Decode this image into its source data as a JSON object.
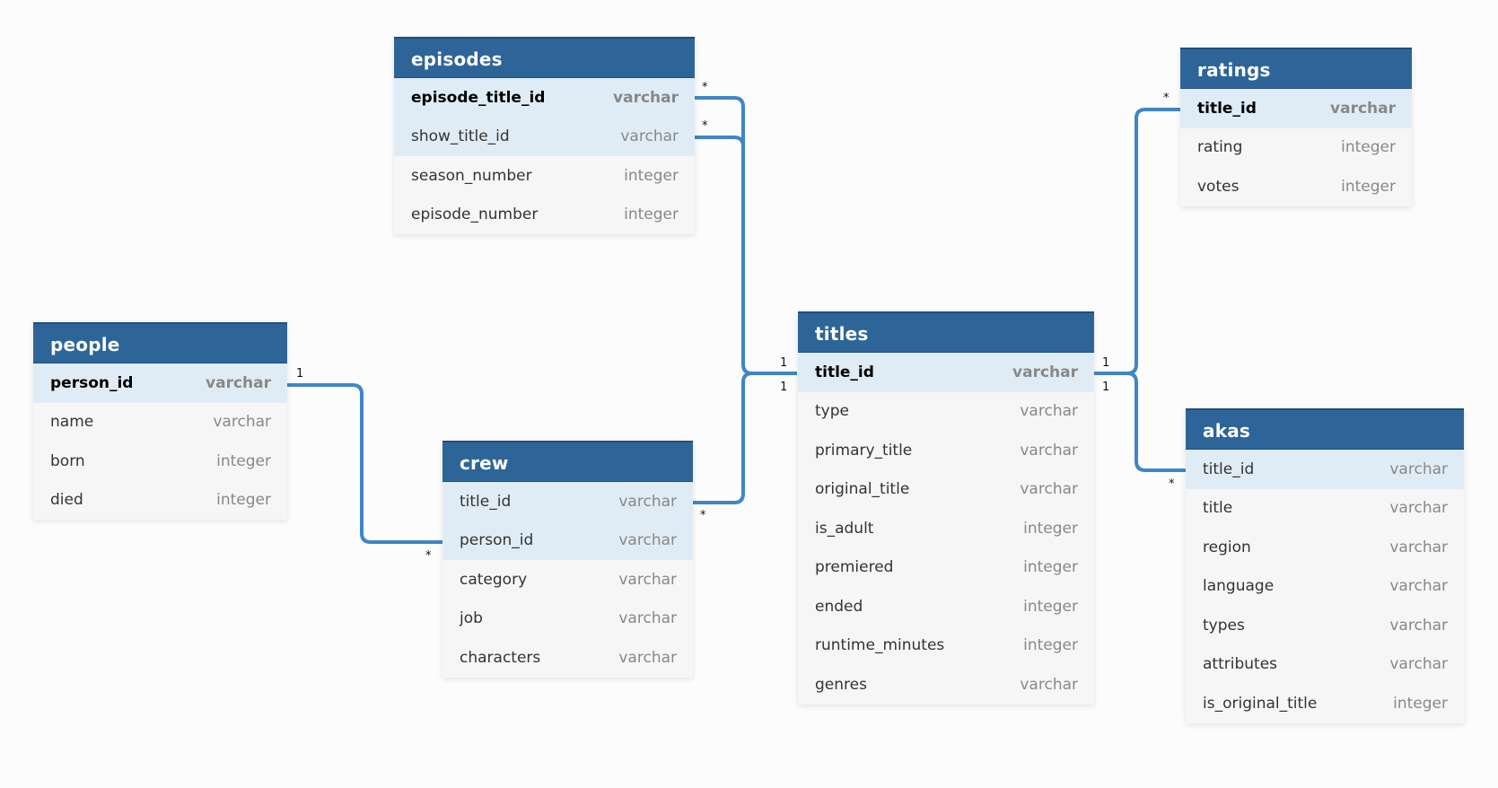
{
  "colors": {
    "header": "#2e6599",
    "header_text": "#ffffff",
    "key_row": "#e0ecf5",
    "row": "#f6f6f6",
    "link": "#3f86c6",
    "background": "#fcfcfc"
  },
  "tables": {
    "episodes": {
      "name": "episodes",
      "columns": [
        {
          "name": "episode_title_id",
          "type": "varchar",
          "key": true,
          "pk": true
        },
        {
          "name": "show_title_id",
          "type": "varchar",
          "key": true,
          "pk": false
        },
        {
          "name": "season_number",
          "type": "integer",
          "key": false,
          "pk": false
        },
        {
          "name": "episode_number",
          "type": "integer",
          "key": false,
          "pk": false
        }
      ]
    },
    "people": {
      "name": "people",
      "columns": [
        {
          "name": "person_id",
          "type": "varchar",
          "key": true,
          "pk": true
        },
        {
          "name": "name",
          "type": "varchar",
          "key": false,
          "pk": false
        },
        {
          "name": "born",
          "type": "integer",
          "key": false,
          "pk": false
        },
        {
          "name": "died",
          "type": "integer",
          "key": false,
          "pk": false
        }
      ]
    },
    "crew": {
      "name": "crew",
      "columns": [
        {
          "name": "title_id",
          "type": "varchar",
          "key": true,
          "pk": false
        },
        {
          "name": "person_id",
          "type": "varchar",
          "key": true,
          "pk": false
        },
        {
          "name": "category",
          "type": "varchar",
          "key": false,
          "pk": false
        },
        {
          "name": "job",
          "type": "varchar",
          "key": false,
          "pk": false
        },
        {
          "name": "characters",
          "type": "varchar",
          "key": false,
          "pk": false
        }
      ]
    },
    "titles": {
      "name": "titles",
      "columns": [
        {
          "name": "title_id",
          "type": "varchar",
          "key": true,
          "pk": true
        },
        {
          "name": "type",
          "type": "varchar",
          "key": false,
          "pk": false
        },
        {
          "name": "primary_title",
          "type": "varchar",
          "key": false,
          "pk": false
        },
        {
          "name": "original_title",
          "type": "varchar",
          "key": false,
          "pk": false
        },
        {
          "name": "is_adult",
          "type": "integer",
          "key": false,
          "pk": false
        },
        {
          "name": "premiered",
          "type": "integer",
          "key": false,
          "pk": false
        },
        {
          "name": "ended",
          "type": "integer",
          "key": false,
          "pk": false
        },
        {
          "name": "runtime_minutes",
          "type": "integer",
          "key": false,
          "pk": false
        },
        {
          "name": "genres",
          "type": "varchar",
          "key": false,
          "pk": false
        }
      ]
    },
    "ratings": {
      "name": "ratings",
      "columns": [
        {
          "name": "title_id",
          "type": "varchar",
          "key": true,
          "pk": true
        },
        {
          "name": "rating",
          "type": "integer",
          "key": false,
          "pk": false
        },
        {
          "name": "votes",
          "type": "integer",
          "key": false,
          "pk": false
        }
      ]
    },
    "akas": {
      "name": "akas",
      "columns": [
        {
          "name": "title_id",
          "type": "varchar",
          "key": true,
          "pk": false
        },
        {
          "name": "title",
          "type": "varchar",
          "key": false,
          "pk": false
        },
        {
          "name": "region",
          "type": "varchar",
          "key": false,
          "pk": false
        },
        {
          "name": "language",
          "type": "varchar",
          "key": false,
          "pk": false
        },
        {
          "name": "types",
          "type": "varchar",
          "key": false,
          "pk": false
        },
        {
          "name": "attributes",
          "type": "varchar",
          "key": false,
          "pk": false
        },
        {
          "name": "is_original_title",
          "type": "integer",
          "key": false,
          "pk": false
        }
      ]
    }
  },
  "relationships": [
    {
      "name": "episodes-episode_title_id-to-titles",
      "from": "episodes.episode_title_id",
      "to": "titles.title_id",
      "from_card": "*",
      "to_card": "1"
    },
    {
      "name": "episodes-show_title_id-to-titles",
      "from": "episodes.show_title_id",
      "to": "titles.title_id",
      "from_card": "*",
      "to_card": "1"
    },
    {
      "name": "crew-title_id-to-titles",
      "from": "crew.title_id",
      "to": "titles.title_id",
      "from_card": "*",
      "to_card": "1"
    },
    {
      "name": "people-to-crew-person_id",
      "from": "people.person_id",
      "to": "crew.person_id",
      "from_card": "1",
      "to_card": "*"
    },
    {
      "name": "titles-to-ratings",
      "from": "titles.title_id",
      "to": "ratings.title_id",
      "from_card": "1",
      "to_card": "*"
    },
    {
      "name": "titles-to-akas",
      "from": "titles.title_id",
      "to": "akas.title_id",
      "from_card": "1",
      "to_card": "*"
    }
  ]
}
